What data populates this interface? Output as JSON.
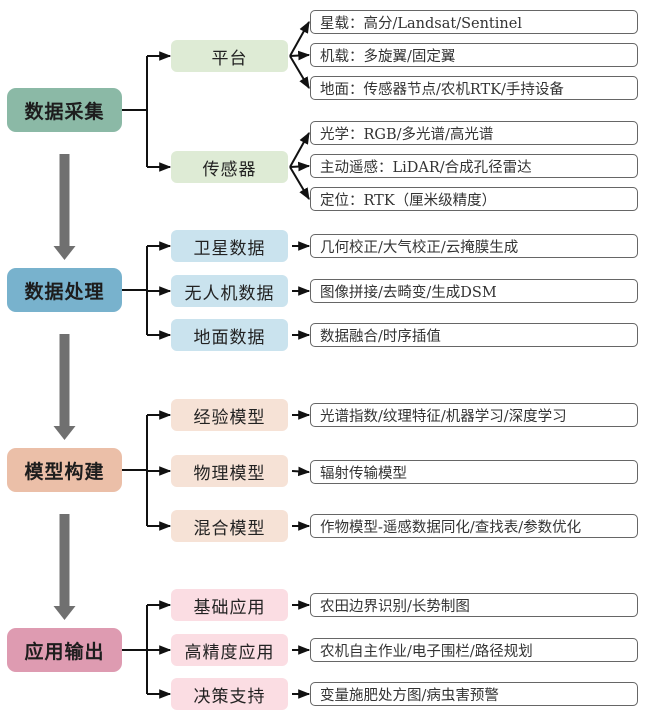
{
  "colors": {
    "stage_acquisition": "#8bb9a6",
    "stage_processing": "#78b2cd",
    "stage_modeling": "#ebbfa8",
    "stage_output": "#de9bb1",
    "sub_acquisition": "#deebd5",
    "sub_processing": "#cae3ee",
    "sub_modeling": "#f6e2d6",
    "sub_output": "#fbdde3",
    "flow_arrow": "#707070",
    "connector": "#111111",
    "detail_border": "#666666"
  },
  "stages": [
    {
      "label": "数据采集",
      "subs": [
        {
          "label": "平台",
          "details": [
            "星载：高分/Landsat/Sentinel",
            "机载：多旋翼/固定翼",
            "地面：传感器节点/农机RTK/手持设备"
          ]
        },
        {
          "label": "传感器",
          "details": [
            "光学：RGB/多光谱/高光谱",
            "主动遥感：LiDAR/合成孔径雷达",
            "定位：RTK（厘米级精度）"
          ]
        }
      ]
    },
    {
      "label": "数据处理",
      "subs": [
        {
          "label": "卫星数据",
          "details": [
            "几何校正/大气校正/云掩膜生成"
          ]
        },
        {
          "label": "无人机数据",
          "details": [
            "图像拼接/去畸变/生成DSM"
          ]
        },
        {
          "label": "地面数据",
          "details": [
            "数据融合/时序插值"
          ]
        }
      ]
    },
    {
      "label": "模型构建",
      "subs": [
        {
          "label": "经验模型",
          "details": [
            "光谱指数/纹理特征/机器学习/深度学习"
          ]
        },
        {
          "label": "物理模型",
          "details": [
            "辐射传输模型"
          ]
        },
        {
          "label": "混合模型",
          "details": [
            "作物模型-遥感数据同化/查找表/参数优化"
          ]
        }
      ]
    },
    {
      "label": "应用输出",
      "subs": [
        {
          "label": "基础应用",
          "details": [
            "农田边界识别/长势制图"
          ]
        },
        {
          "label": "高精度应用",
          "details": [
            "农机自主作业/电子围栏/路径规划"
          ]
        },
        {
          "label": "决策支持",
          "details": [
            "变量施肥处方图/病虫害预警"
          ]
        }
      ]
    }
  ]
}
